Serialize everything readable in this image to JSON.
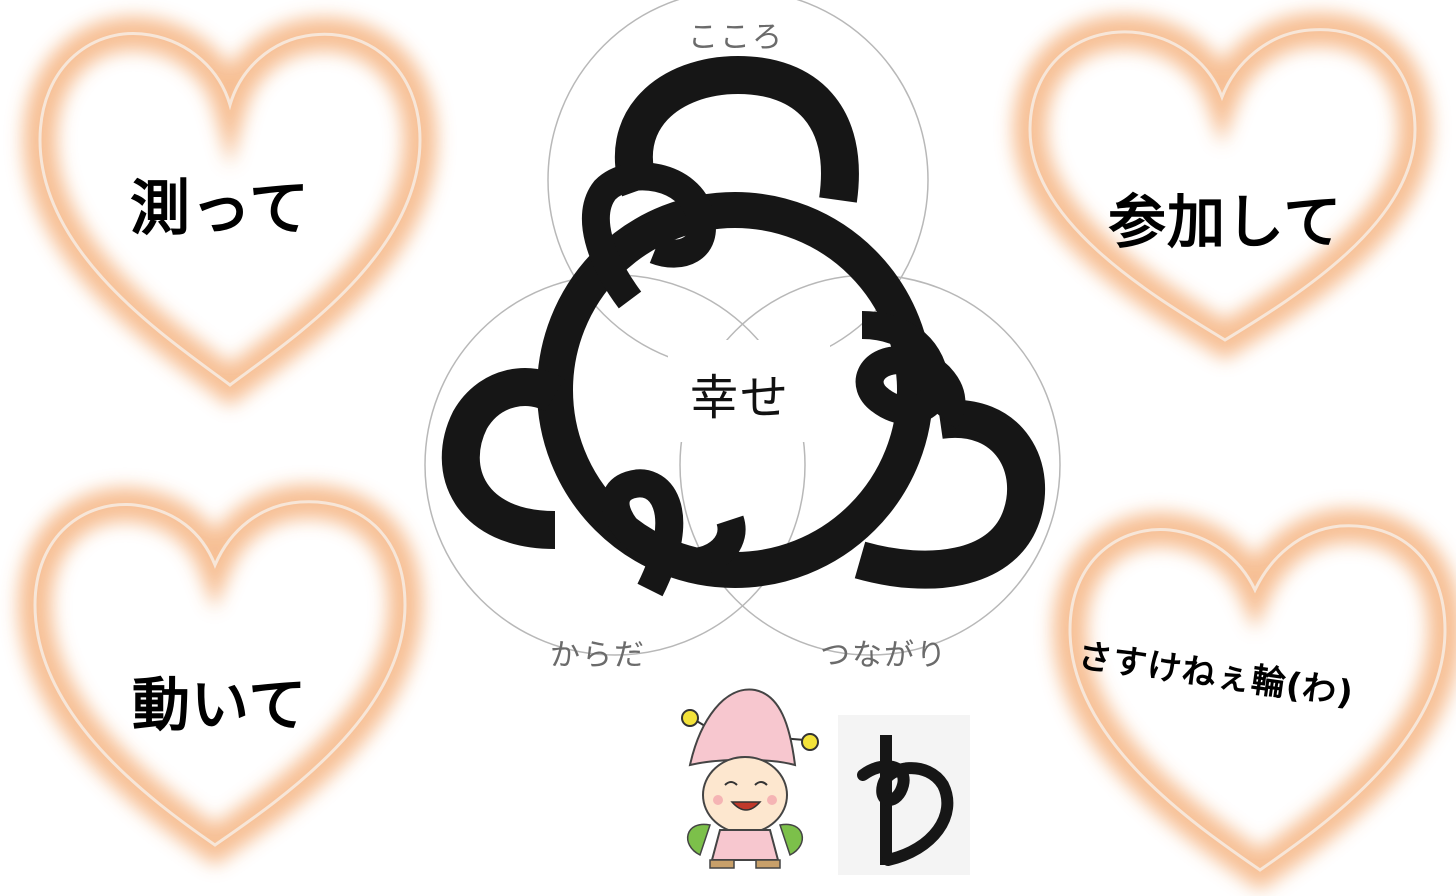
{
  "hearts": {
    "top_left": "測って",
    "top_right": "参加して",
    "bottom_left": "動いて",
    "bottom_right": "さすけねぇ輪(わ)"
  },
  "diagram": {
    "circles": [
      "こころ",
      "からだ",
      "つながり"
    ],
    "center": "幸せ"
  },
  "colors": {
    "heart_glow": "#f6b98a",
    "heart_outline": "#f3dfd0",
    "knot": "#161616",
    "circle_line": "#b8b8b8"
  },
  "icons": [
    "heart-icon",
    "trefoil-knot-icon",
    "flower-mascot-icon",
    "wa-logo-icon"
  ]
}
